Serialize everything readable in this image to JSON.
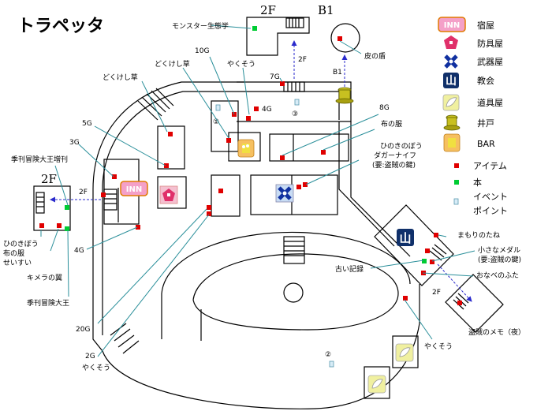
{
  "title": "トラペッタ",
  "floors": {
    "f2_top": "2F",
    "b1": "B1",
    "f2_left": "2F"
  },
  "arrows": {
    "to_2f_top": "2F",
    "to_b1": "B1",
    "to_2f_left": "2F",
    "to_2f_right": "2F"
  },
  "event_numbers": [
    "①",
    "②",
    "③"
  ],
  "labels": {
    "monster": "モンスター生態学",
    "hide_shield": "皮の盾",
    "g10": "10G",
    "yakusou_top": "やくそう",
    "g7": "7G",
    "g4": "4G",
    "dokukeshi1": "どくけし草",
    "dokukeshi2": "どくけし草",
    "g8": "8G",
    "nunofuku": "布の服",
    "g5": "5G",
    "g3": "3G",
    "hinoki_dagger_1": "ひのきのぼう",
    "hinoki_dagger_2": "ダガーナイフ",
    "hinoki_dagger_3": "(要:盗賊の鍵)",
    "kikan_zokan": "季刊冒険大王増刊",
    "left_items_1": "ひのきぼう",
    "left_items_2": "布の服",
    "left_items_3": "せいすい",
    "g4_left": "4G",
    "chimera": "キメラの翼",
    "kikan": "季刊冒険大王",
    "mamori": "まもりのたね",
    "medal_1": "小さなメダル",
    "medal_2": "(要:盗賊の鍵)",
    "old_record": "古い記録",
    "onabe": "おなべのふた",
    "g20": "20G",
    "g2": "2G",
    "yakusou_bottom_left": "やくそう",
    "yakusou_bottom": "やくそう",
    "thief_memo": "盗賊のメモ（夜）"
  },
  "legend": [
    {
      "icon": "inn",
      "label": "宿屋"
    },
    {
      "icon": "armor",
      "label": "防具屋"
    },
    {
      "icon": "weapon",
      "label": "武器屋"
    },
    {
      "icon": "church",
      "label": "教会"
    },
    {
      "icon": "item-shop",
      "label": "道具屋"
    },
    {
      "icon": "well",
      "label": "井戸"
    },
    {
      "icon": "bar",
      "label": "BAR"
    },
    {
      "icon": "item-marker",
      "label": "アイテム"
    },
    {
      "icon": "book-marker",
      "label": "本"
    },
    {
      "icon": "event-marker",
      "label": "イベント"
    },
    {
      "icon": "event-marker-2",
      "label": "ポイント"
    }
  ],
  "inn_text": "INN",
  "church_glyph": "山",
  "colors": {
    "item": "#e00000",
    "book": "#00cc33",
    "event": "#d8ecf7",
    "leader": "#2a8f9a",
    "arrow": "#2a2acc"
  }
}
